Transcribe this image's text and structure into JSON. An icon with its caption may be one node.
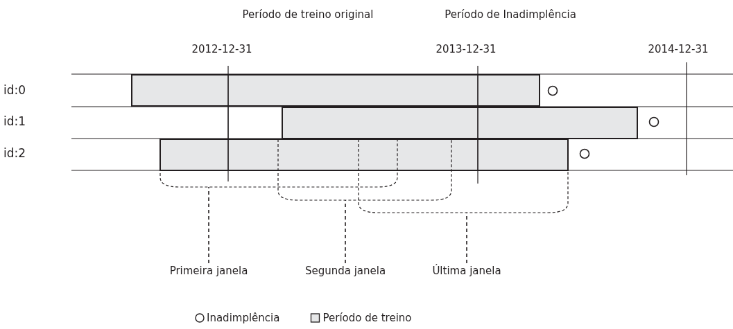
{
  "diagram": {
    "nodes": [
      {
        "text": [],
        "shape": "bracket"
      },
      {
        "text": [],
        "shape": "bracket"
      },
      {
        "text": [],
        "shape": "bracket"
      },
      {
        "text": [
          "Primeira janela"
        ]
      },
      {
        "text": [
          "Segunda janela"
        ]
      },
      {
        "text": [
          "Última janela"
        ]
      }
    ],
    "edges": [
      {
        "from": 3,
        "to": 0,
        "arrow": "none",
        "style": "dashed"
      },
      {
        "from": 4,
        "to": 1,
        "arrow": "none",
        "style": "dashed"
      },
      {
        "from": 5,
        "to": 2,
        "arrow": "none",
        "style": "dashed"
      }
    ],
    "labels": [
      "Período de treino original",
      "Período de Inadimplência",
      "2012-12-31",
      "2013-12-31",
      "2014-12-31",
      "id:0",
      "id:1",
      "id:2"
    ],
    "legend": [
      {
        "text": "Inadimplência"
      },
      {
        "text": "Período de treino",
        "color": "#e6e7e8"
      }
    ]
  }
}
